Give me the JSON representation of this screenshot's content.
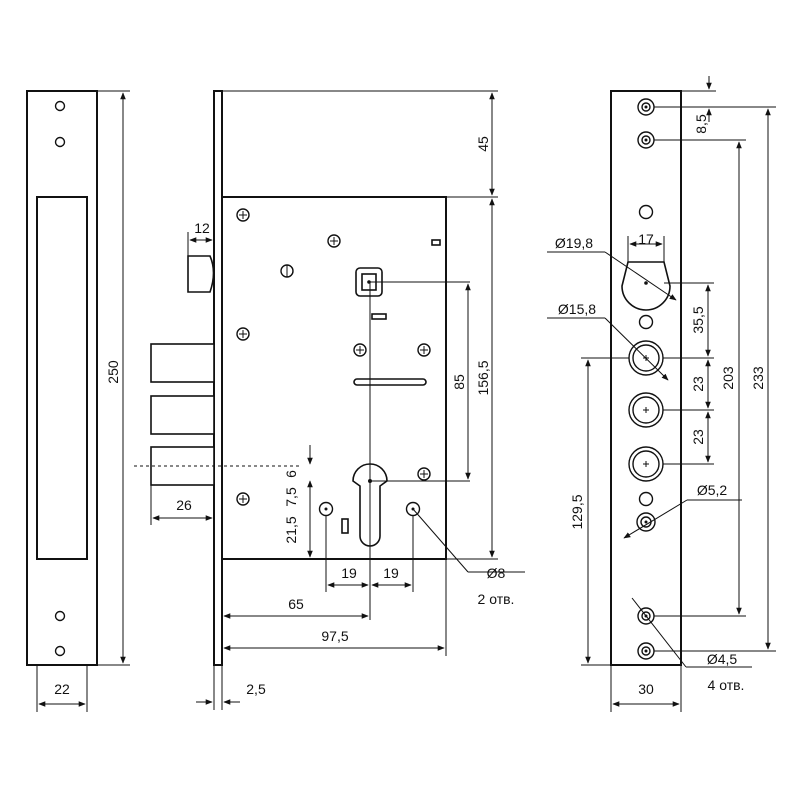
{
  "drawing": {
    "colors": {
      "line": "#111111",
      "background": "#ffffff"
    },
    "front_plate": {
      "height_label": "250",
      "width_label": "22"
    },
    "lock_body": {
      "top_offset_label": "45",
      "body_height_label": "156,5",
      "bolt_width_label": "12",
      "spindle_to_cylinder_label": "85",
      "backset_label": "26",
      "cylinder_labels": [
        "21,5",
        "7,5",
        "6"
      ],
      "hole_spacing_left_label": "19",
      "hole_spacing_right_label": "19",
      "backset_65_label": "65",
      "overall_width_label": "97,5",
      "plate_thickness_label": "2,5",
      "hole_dia_label": "Ø8",
      "hole_count_label": "2 отв."
    },
    "strike_plate": {
      "top_offset_label": "8,5",
      "dia_19_8_label": "Ø19,8",
      "width_17_label": "17",
      "dia_15_8_label": "Ø15,8",
      "spacing_35_5_label": "35,5",
      "spacing_23a_label": "23",
      "spacing_23b_label": "23",
      "hole_height_label": "129,5",
      "dia_5_2_label": "Ø5,2",
      "span_203_label": "203",
      "span_233_label": "233",
      "dia_4_5_label": "Ø4,5",
      "hole_count_4_label": "4 отв.",
      "width_30_label": "30"
    }
  }
}
